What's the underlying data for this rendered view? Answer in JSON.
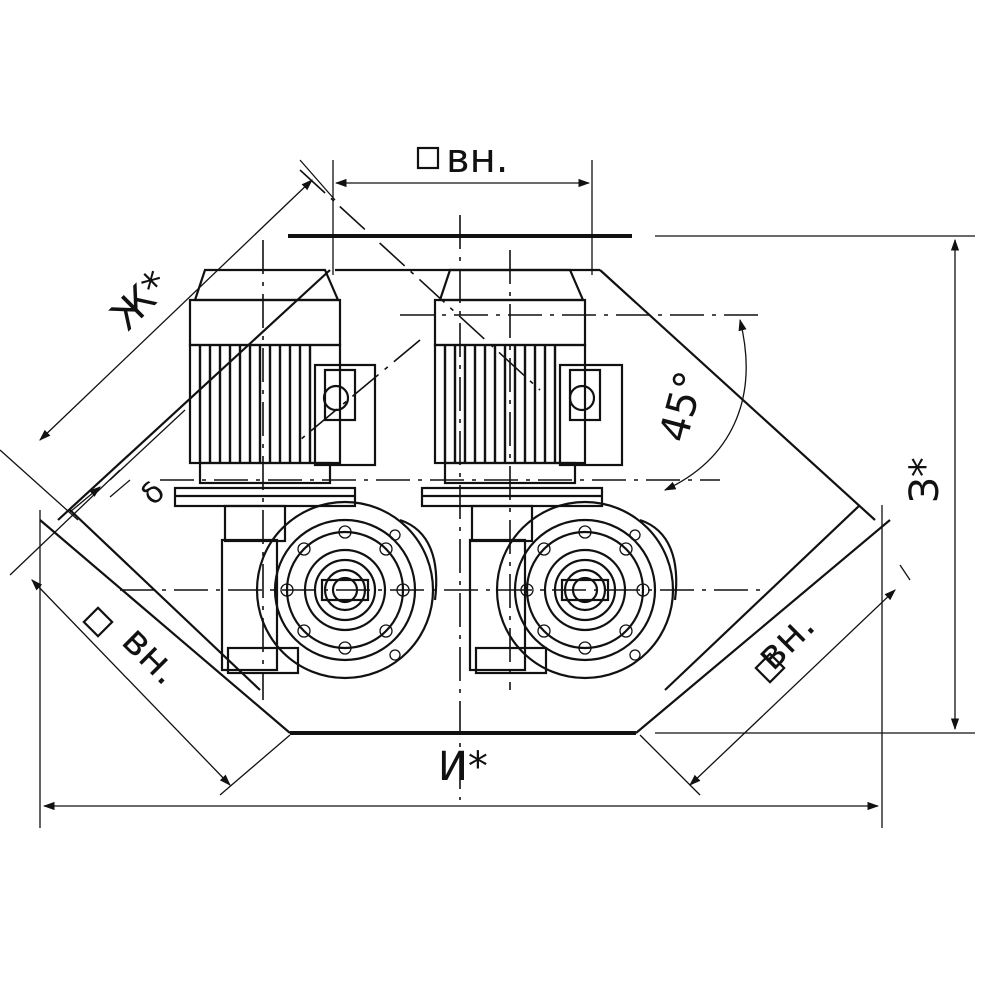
{
  "drawing": {
    "labels": {
      "top_opening": "вн.",
      "left_opening": "вн.",
      "right_opening": "вн.",
      "dim_zh": "Ж*",
      "dim_z": "З*",
      "dim_i": "И*",
      "angle": "45°",
      "small_gap": "δ"
    },
    "units": {
      "motors": 2,
      "worm_gears": 2
    }
  }
}
